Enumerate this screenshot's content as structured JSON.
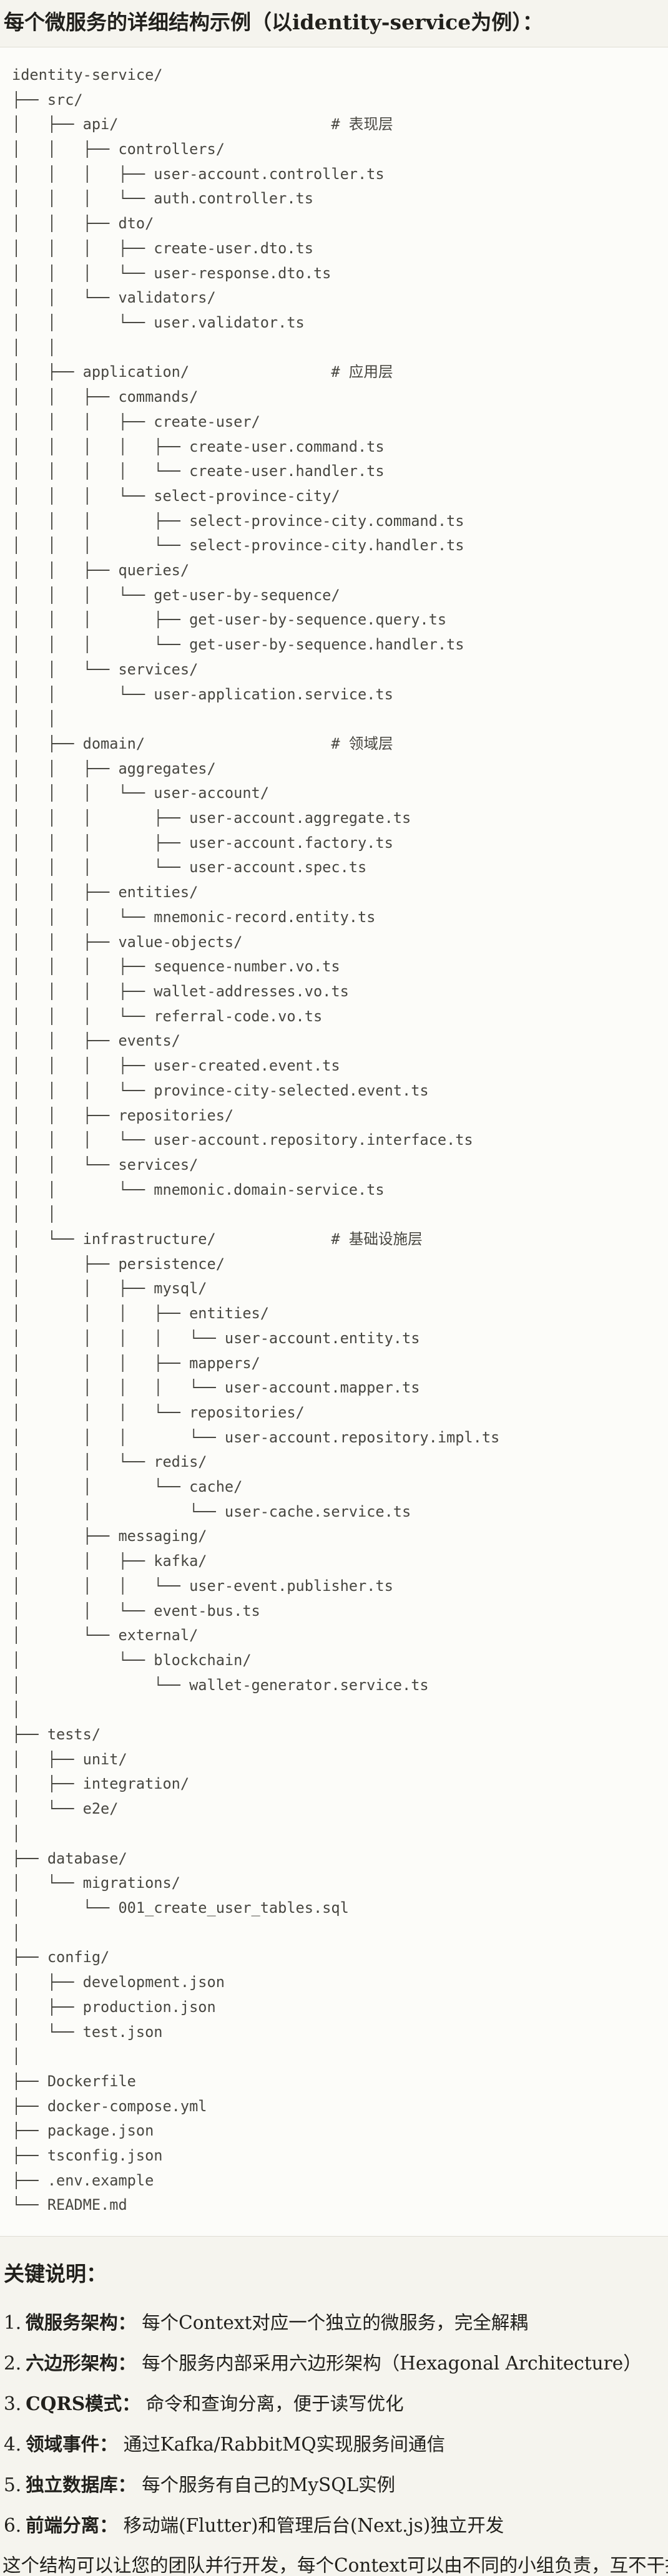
{
  "title": "每个微服务的详细结构示例（以identity-service为例）：",
  "code_block": {
    "lines": [
      "identity-service/",
      "├── src/",
      "│   ├── api/                        # 表现层",
      "│   │   ├── controllers/",
      "│   │   │   ├── user-account.controller.ts",
      "│   │   │   └── auth.controller.ts",
      "│   │   ├── dto/",
      "│   │   │   ├── create-user.dto.ts",
      "│   │   │   └── user-response.dto.ts",
      "│   │   └── validators/",
      "│   │       └── user.validator.ts",
      "│   │",
      "│   ├── application/                # 应用层",
      "│   │   ├── commands/",
      "│   │   │   ├── create-user/",
      "│   │   │   │   ├── create-user.command.ts",
      "│   │   │   │   └── create-user.handler.ts",
      "│   │   │   └── select-province-city/",
      "│   │   │       ├── select-province-city.command.ts",
      "│   │   │       └── select-province-city.handler.ts",
      "│   │   ├── queries/",
      "│   │   │   └── get-user-by-sequence/",
      "│   │   │       ├── get-user-by-sequence.query.ts",
      "│   │   │       └── get-user-by-sequence.handler.ts",
      "│   │   └── services/",
      "│   │       └── user-application.service.ts",
      "│   │",
      "│   ├── domain/                     # 领域层",
      "│   │   ├── aggregates/",
      "│   │   │   └── user-account/",
      "│   │   │       ├── user-account.aggregate.ts",
      "│   │   │       ├── user-account.factory.ts",
      "│   │   │       └── user-account.spec.ts",
      "│   │   ├── entities/",
      "│   │   │   └── mnemonic-record.entity.ts",
      "│   │   ├── value-objects/",
      "│   │   │   ├── sequence-number.vo.ts",
      "│   │   │   ├── wallet-addresses.vo.ts",
      "│   │   │   └── referral-code.vo.ts",
      "│   │   ├── events/",
      "│   │   │   ├── user-created.event.ts",
      "│   │   │   └── province-city-selected.event.ts",
      "│   │   ├── repositories/",
      "│   │   │   └── user-account.repository.interface.ts",
      "│   │   └── services/",
      "│   │       └── mnemonic.domain-service.ts",
      "│   │",
      "│   └── infrastructure/             # 基础设施层",
      "│       ├── persistence/",
      "│       │   ├── mysql/",
      "│       │   │   ├── entities/",
      "│       │   │   │   └── user-account.entity.ts",
      "│       │   │   ├── mappers/",
      "│       │   │   │   └── user-account.mapper.ts",
      "│       │   │   └── repositories/",
      "│       │   │       └── user-account.repository.impl.ts",
      "│       │   └── redis/",
      "│       │       └── cache/",
      "│       │           └── user-cache.service.ts",
      "│       ├── messaging/",
      "│       │   ├── kafka/",
      "│       │   │   └── user-event.publisher.ts",
      "│       │   └── event-bus.ts",
      "│       └── external/",
      "│           └── blockchain/",
      "│               └── wallet-generator.service.ts",
      "│",
      "├── tests/",
      "│   ├── unit/",
      "│   ├── integration/",
      "│   └── e2e/",
      "│",
      "├── database/",
      "│   └── migrations/",
      "│       └── 001_create_user_tables.sql",
      "│",
      "├── config/",
      "│   ├── development.json",
      "│   ├── production.json",
      "│   └── test.json",
      "│",
      "├── Dockerfile",
      "├── docker-compose.yml",
      "├── package.json",
      "├── tsconfig.json",
      "├── .env.example",
      "└── README.md"
    ]
  },
  "notes": {
    "heading": "关键说明：",
    "items": [
      {
        "num": "1.",
        "term": "微服务架构",
        "colon": "：",
        "desc": "每个Context对应一个独立的微服务，完全解耦"
      },
      {
        "num": "2.",
        "term": "六边形架构",
        "colon": "：",
        "desc": "每个服务内部采用六边形架构（Hexagonal Architecture）"
      },
      {
        "num": "3.",
        "term": "CQRS模式",
        "colon": "：",
        "desc": "命令和查询分离，便于读写优化"
      },
      {
        "num": "4.",
        "term": "领域事件",
        "colon": "：",
        "desc": "通过Kafka/RabbitMQ实现服务间通信"
      },
      {
        "num": "5.",
        "term": "独立数据库",
        "colon": "：",
        "desc": "每个服务有自己的MySQL实例"
      },
      {
        "num": "6.",
        "term": "前端分离",
        "colon": "：",
        "desc": "移动端(Flutter)和管理后台(Next.js)独立开发"
      }
    ],
    "footer": "这个结构可以让您的团队并行开发，每个Context可以由不同的小组负责，互不干扰。"
  },
  "colors": {
    "page_bg": "#f5f4ee",
    "code_bg": "#fcfcf9",
    "code_border": "#e0ddd4",
    "code_text": "#474640",
    "text": "#21201c"
  }
}
